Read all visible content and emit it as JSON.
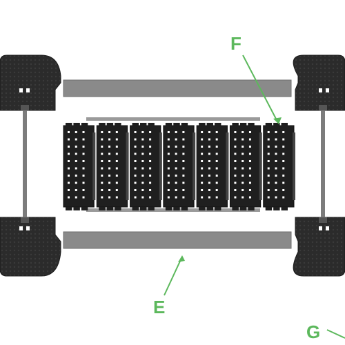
{
  "colors": {
    "callout": "#5cb85c",
    "base_dark": "#2b2b2b",
    "base_ring": "#3a3a3a",
    "plank": "#8a8a8a",
    "plank_edge": "#6f6f6f",
    "module": "#1f1f1f",
    "module_hole": "#ffffff",
    "rail": "#9a9a9a",
    "post": "#7c7c7c"
  },
  "callouts": {
    "e": {
      "label": "E",
      "target": "side-plank"
    },
    "f": {
      "label": "F",
      "target": "grated-module"
    },
    "g": {
      "label": "G",
      "target": "offscreen-part"
    }
  },
  "modules": {
    "count": 7
  }
}
